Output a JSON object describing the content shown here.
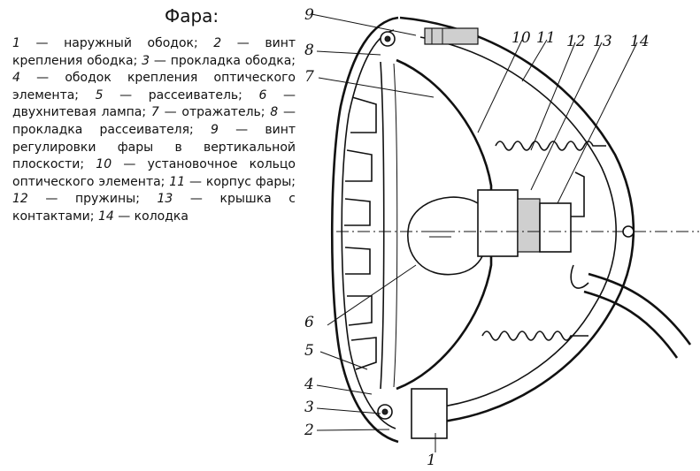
{
  "title": "Фара:",
  "legend": [
    {
      "num": "1",
      "text": "— наружный ободок;"
    },
    {
      "num": "2",
      "text": "— винт крепления ободка;"
    },
    {
      "num": "3",
      "text": "— прокладка ободка;"
    },
    {
      "num": "4",
      "text": "— ободок крепления оптического элемента;"
    },
    {
      "num": "5",
      "text": "— рассеиватель;"
    },
    {
      "num": "6",
      "text": "— двухнитевая лампа;"
    },
    {
      "num": "7",
      "text": "— отражатель;"
    },
    {
      "num": "8",
      "text": "— прокладка рассеивателя;"
    },
    {
      "num": "9",
      "text": "— винт регулировки фары в вертикальной плоскости;"
    },
    {
      "num": "10",
      "text": "— установочное кольцо оптического элемента;"
    },
    {
      "num": "11",
      "text": "— корпус фары;"
    },
    {
      "num": "12",
      "text": "— пружины;"
    },
    {
      "num": "13",
      "text": "— крышка с контактами;"
    },
    {
      "num": "14",
      "text": "— колодка"
    }
  ],
  "callouts": {
    "c1": "1",
    "c2": "2",
    "c3": "3",
    "c4": "4",
    "c5": "5",
    "c6": "6",
    "c7": "7",
    "c8": "8",
    "c9": "9",
    "c10": "10",
    "c11": "11",
    "c12": "12",
    "c13": "13",
    "c14": "14"
  }
}
